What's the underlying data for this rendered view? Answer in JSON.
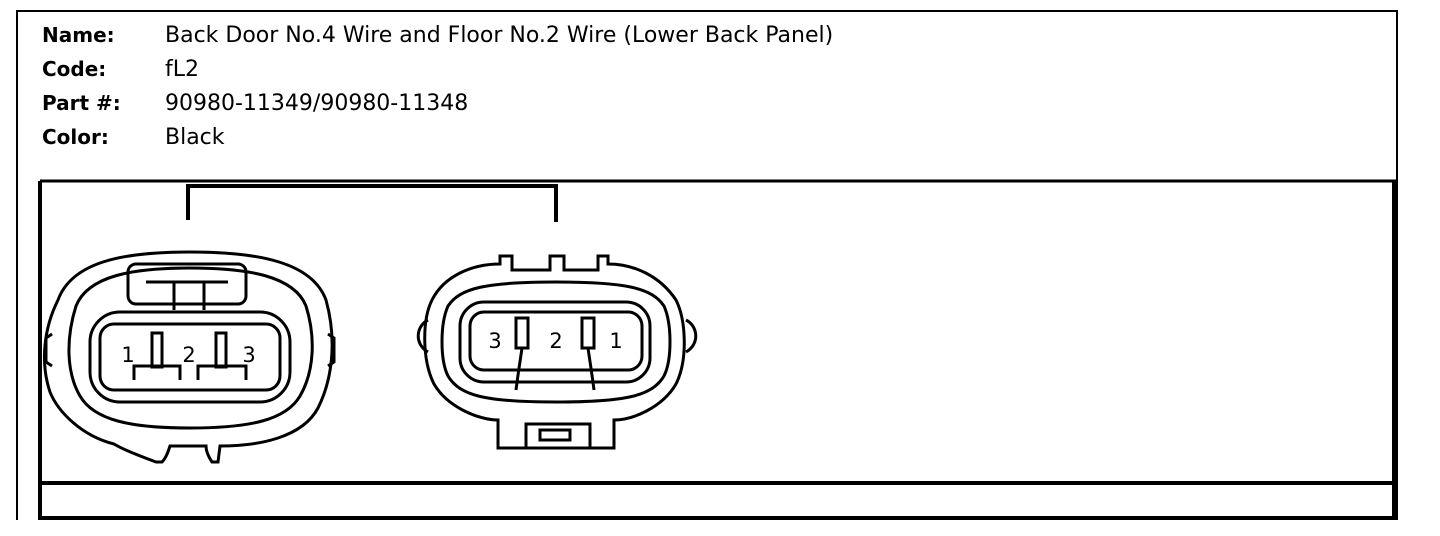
{
  "info": {
    "name_label": "Name:",
    "name_value": "Back Door No.4 Wire and Floor No.2 Wire (Lower Back Panel)",
    "code_label": "Code:",
    "code_value": "fL2",
    "part_label": "Part #:",
    "part_value": "90980-11349/90980-11348",
    "color_label": "Color:",
    "color_value": "Black"
  },
  "connectors": {
    "left": {
      "pins": [
        "1",
        "2",
        "3"
      ]
    },
    "right": {
      "pins": [
        "3",
        "2",
        "1"
      ]
    }
  }
}
